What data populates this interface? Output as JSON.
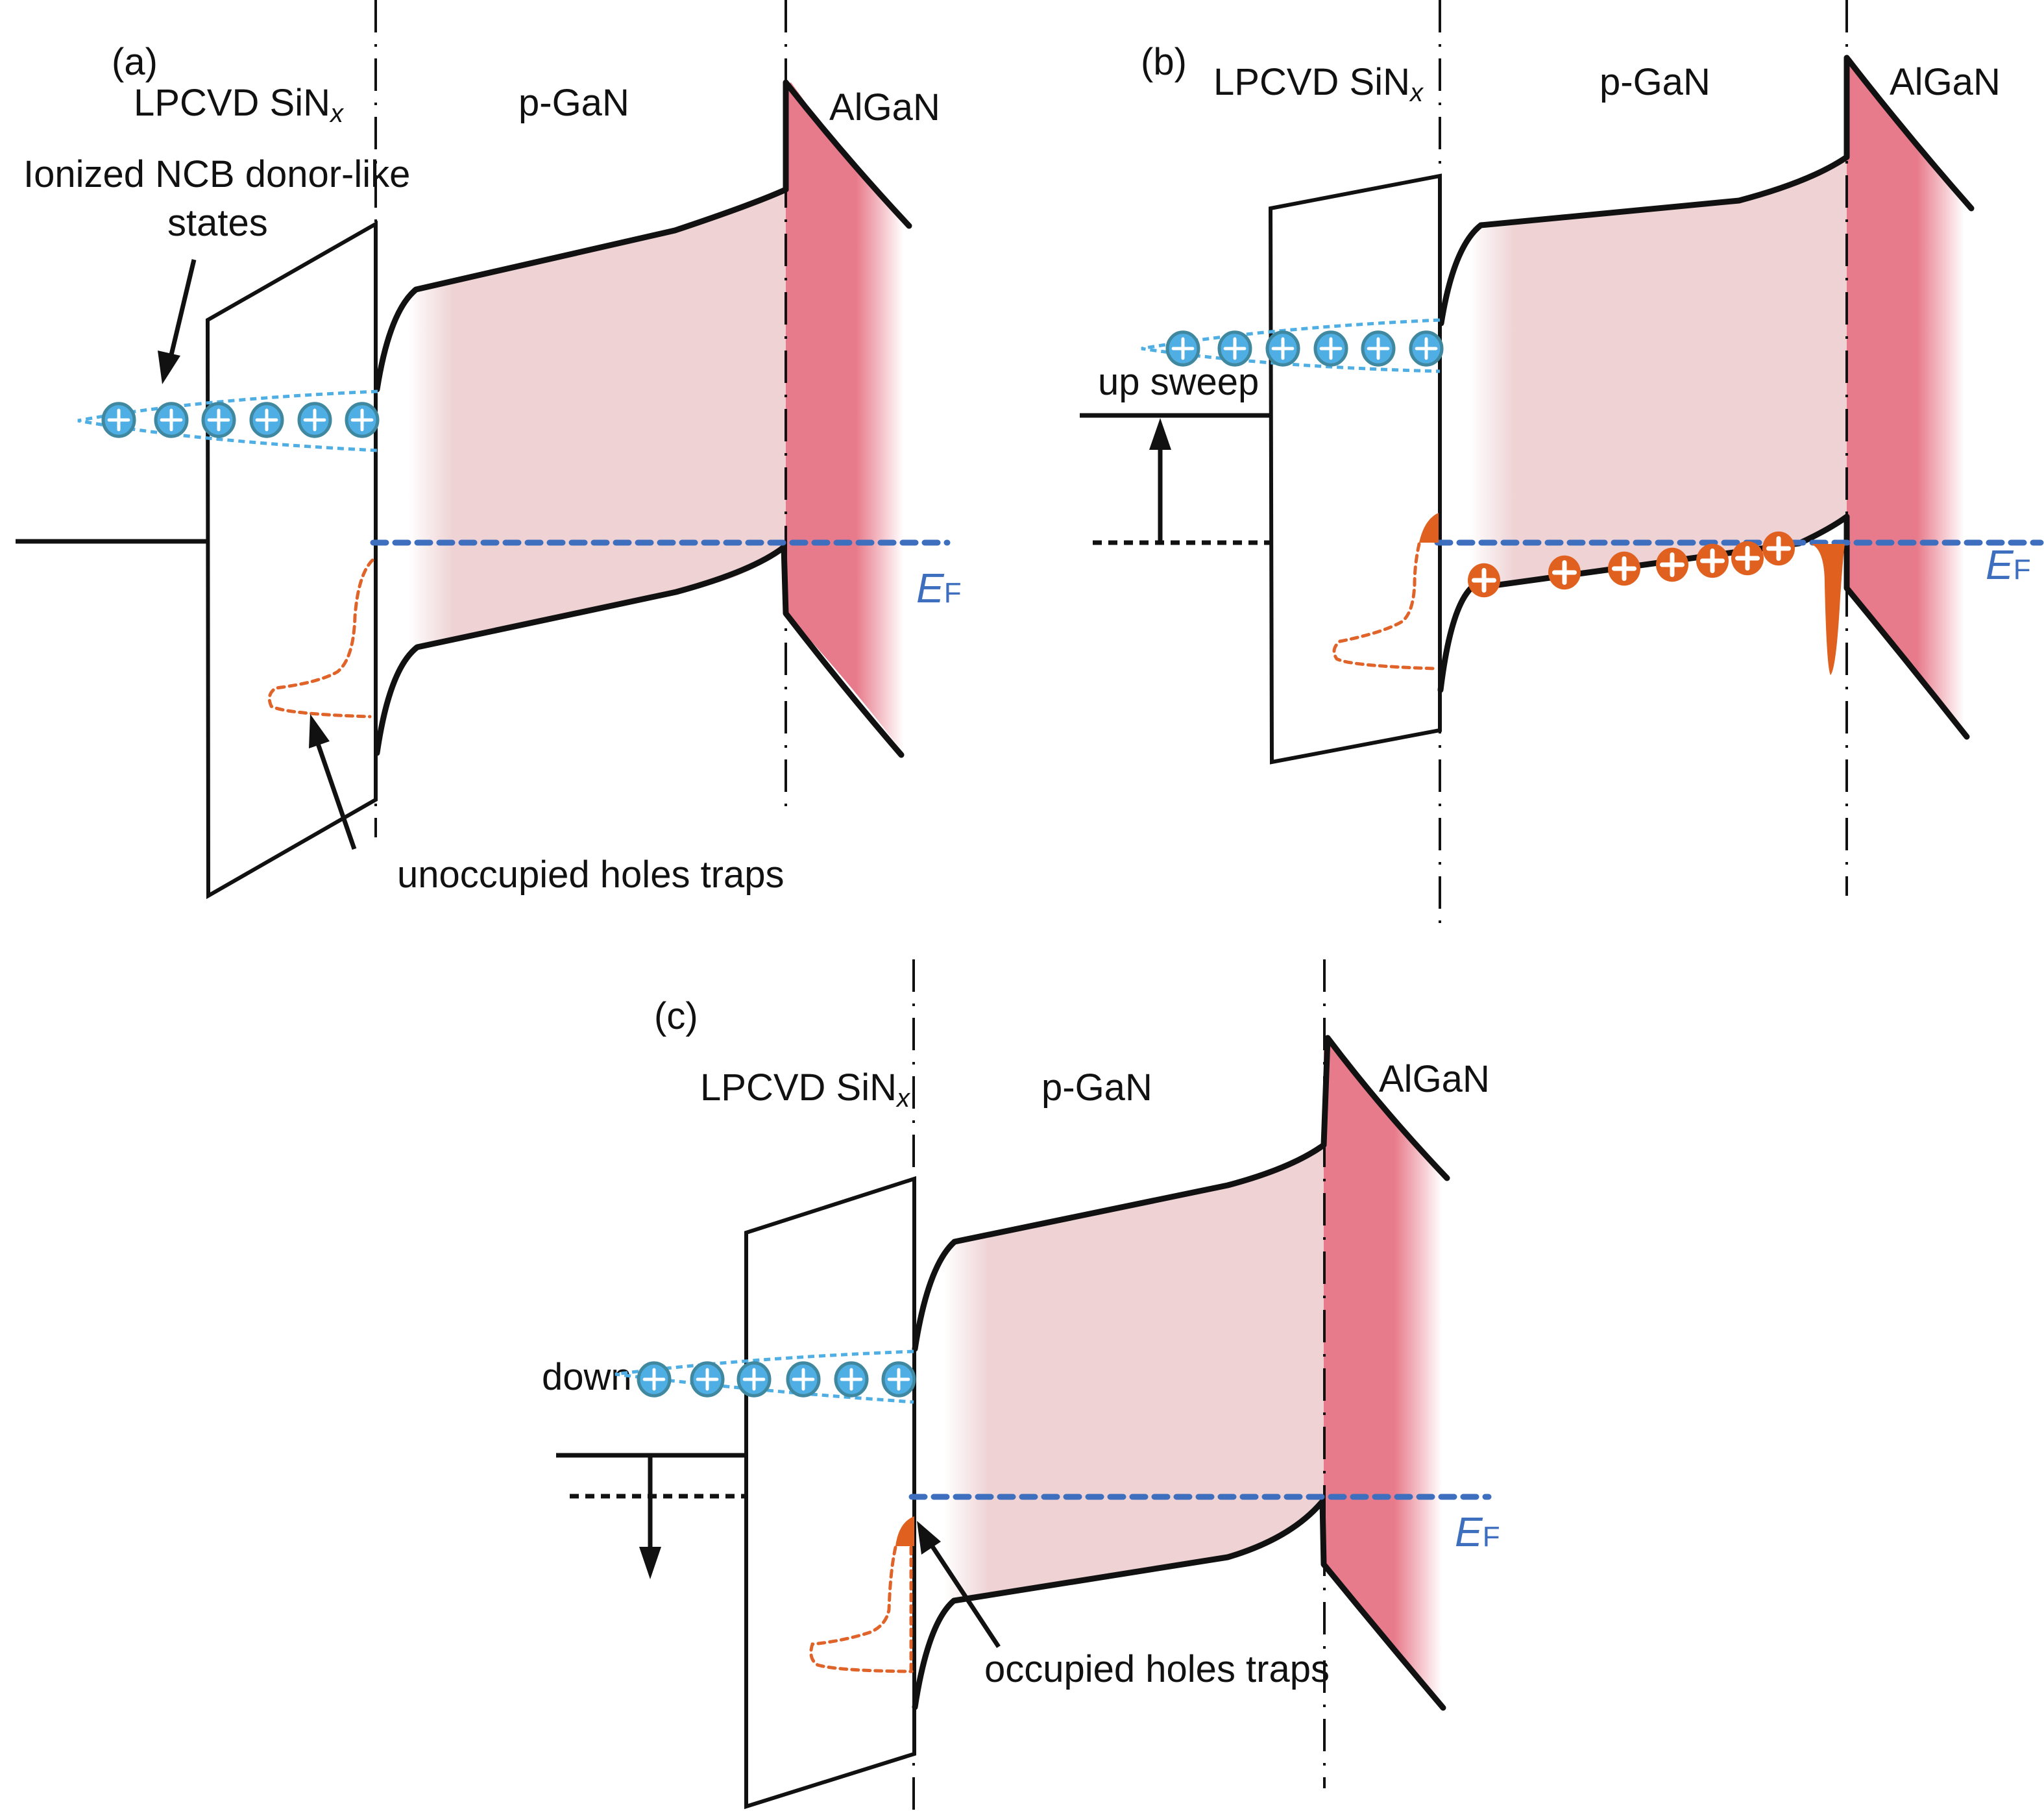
{
  "figure": {
    "description": "Energy band diagrams of LPCVD SiNx / p-GaN / AlGaN gate stack under three conditions",
    "colors": {
      "band_line": "#111111",
      "pgan_fill": "#EED2D4",
      "algan_fill": "#E87B8B",
      "fermi_level": "#3D6FBE",
      "ionized_state": "#4FAEE3",
      "ionized_state_edge": "#3F88A0",
      "hole": "#E06020"
    }
  },
  "panels": [
    {
      "id": "a",
      "tag": "(a)",
      "layers": {
        "insulator": "LPCVD SiN",
        "insulator_sub": "x",
        "channel": "p-GaN",
        "barrier": "AlGaN"
      },
      "annotations": {
        "ionized_line1": "Ionized NCB donor-like",
        "ionized_line2": "states",
        "traps": "unoccupied holes traps"
      },
      "fermi": {
        "symbol": "E",
        "sub": "F"
      },
      "ionized_count": 6,
      "hole_count": 0
    },
    {
      "id": "b",
      "tag": "(b)",
      "layers": {
        "insulator": "LPCVD SiN",
        "insulator_sub": "x",
        "channel": "p-GaN",
        "barrier": "AlGaN"
      },
      "annotations": {
        "sweep": "up sweep"
      },
      "fermi": {
        "symbol": "E",
        "sub": "F"
      },
      "ionized_count": 6,
      "hole_count": 7
    },
    {
      "id": "c",
      "tag": "(c)",
      "layers": {
        "insulator": "LPCVD SiN",
        "insulator_sub": "x",
        "channel": "p-GaN",
        "barrier": "AlGaN"
      },
      "annotations": {
        "sweep": "down",
        "traps": "occupied holes traps"
      },
      "fermi": {
        "symbol": "E",
        "sub": "F"
      },
      "ionized_count": 6,
      "hole_count": 0
    }
  ]
}
